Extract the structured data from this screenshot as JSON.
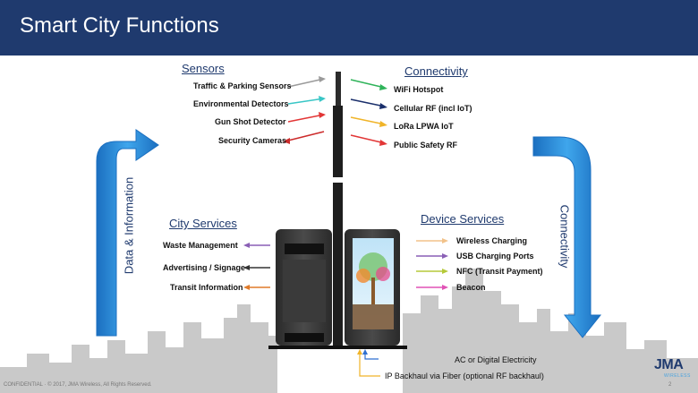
{
  "title": "Smart City Functions",
  "sensors": {
    "heading": "Sensors",
    "items": [
      "Traffic & Parking Sensors",
      "Environmental Detectors",
      "Gun Shot Detector",
      "Security Cameras"
    ]
  },
  "connectivity": {
    "heading": "Connectivity",
    "items": [
      "WiFi Hotspot",
      "Cellular RF (incl IoT)",
      "LoRa LPWA IoT",
      "Public Safety RF"
    ]
  },
  "city_services": {
    "heading": "City Services",
    "items": [
      "Waste Management",
      "Advertising / Signage",
      "Transit Information"
    ]
  },
  "device_services": {
    "heading": "Device Services",
    "items": [
      "Wireless Charging",
      "USB Charging Ports",
      "NFC (Transit Payment)",
      "Beacon"
    ]
  },
  "left_arrow_label": "Data & Information",
  "right_arrow_label": "Connectivity",
  "power_label": "AC or Digital Electricity",
  "backhaul_label": "IP Backhaul via Fiber (optional RF backhaul)",
  "footer": "CONFIDENTIAL · © 2017, JMA Wireless, All Rights Reserved.",
  "page_number": "2",
  "logo": {
    "name": "JMA",
    "sub": "WIRELESS"
  },
  "colors": {
    "title_bar": "#1f3a6e",
    "heading": "#1f3a6e",
    "flow_arrow": "#2f8fd8",
    "skyline": "#c9c9c9"
  }
}
